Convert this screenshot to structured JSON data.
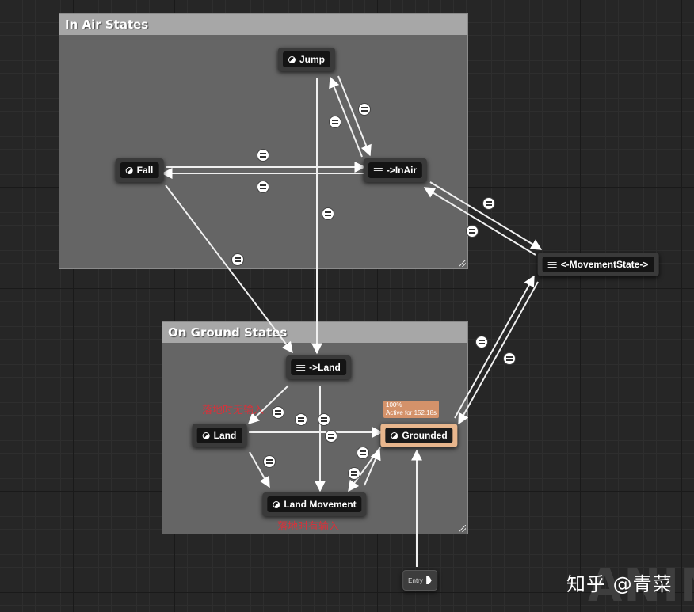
{
  "comment_boxes": {
    "in_air": {
      "title": "In Air States"
    },
    "on_ground": {
      "title": "On Ground States"
    }
  },
  "nodes": {
    "jump": {
      "label": "Jump",
      "kind": "state"
    },
    "fall": {
      "label": "Fall",
      "kind": "state"
    },
    "in_air_conduit": {
      "label": "->InAir",
      "kind": "conduit"
    },
    "movement_state_conduit": {
      "label": "<-MovementState->",
      "kind": "conduit"
    },
    "land_conduit": {
      "label": "->Land",
      "kind": "conduit"
    },
    "land": {
      "label": "Land",
      "kind": "state"
    },
    "land_movement": {
      "label": "Land Movement",
      "kind": "state"
    },
    "grounded": {
      "label": "Grounded",
      "kind": "state",
      "active": true
    },
    "entry": {
      "label": "Entry"
    }
  },
  "debug": {
    "grounded_weight": "100%",
    "grounded_active_time": "Active for 152.18s"
  },
  "annotations": {
    "no_input_landing": "落地时无输入",
    "with_input_landing": "落地时有输入"
  },
  "watermark": "知乎 @青菜",
  "background_logo": "ANIM",
  "colors": {
    "canvas": "#262626",
    "comment_box": "#656565",
    "comment_title": "#a7a7a7",
    "active_state_border": "#e8b68d",
    "annotation": "#d8313a"
  }
}
